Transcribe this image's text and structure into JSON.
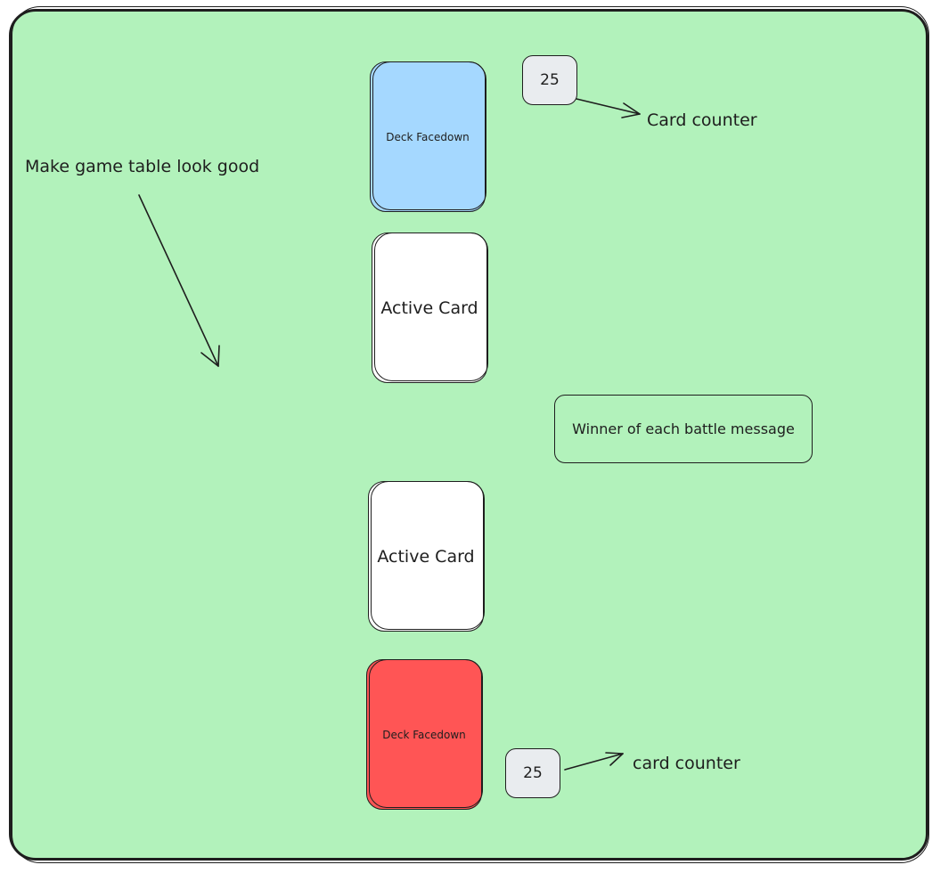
{
  "deck_top": {
    "label": "Deck Facedown",
    "color": "#a5d8ff"
  },
  "counter_top": {
    "value": "25",
    "note": "Card counter"
  },
  "note_table": "Make game table look good",
  "active_top": {
    "label": "Active Card"
  },
  "battle_message": "Winner of each battle message",
  "active_bottom": {
    "label": "Active Card"
  },
  "deck_bottom": {
    "label": "Deck Facedown",
    "color": "#ff5555"
  },
  "counter_bottom": {
    "value": "25",
    "note": "card counter"
  },
  "colors": {
    "table": "#b2f2bb",
    "counter_fill": "#e9ecef",
    "stroke": "#1e1e1e"
  }
}
